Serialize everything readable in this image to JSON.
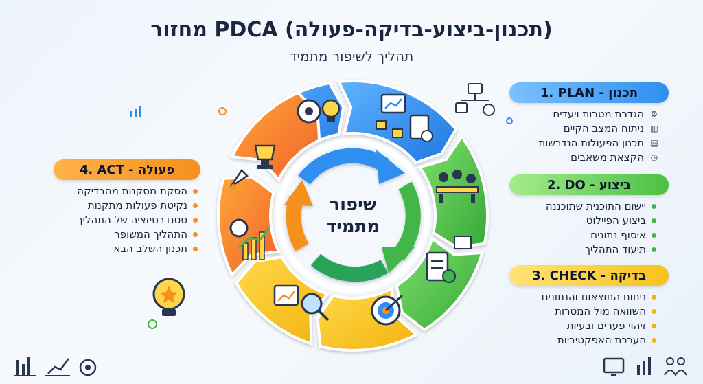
{
  "title": "מחזור PDCA (תכנון-ביצוע-בדיקה-פעולה)",
  "subtitle": "תהליך לשיפור מתמיד",
  "center_label_line1": "שיפור",
  "center_label_line2": "מתמיד",
  "panels": {
    "plan": {
      "title": "1. PLAN - תכנון",
      "color": "#2f8ff0",
      "items": [
        "הגדרת מטרות ויעדים",
        "ניתוח המצב הקיים",
        "תכנון הפעולות הנדרשות",
        "הקצאת משאבים"
      ],
      "item_icons": [
        "gear-icon",
        "chart-icon",
        "document-icon",
        "clock-icon"
      ]
    },
    "do": {
      "title": "2. DO - ביצוע",
      "color": "#5fcc4f",
      "items": [
        "יישום התוכנית שתוכננה",
        "ביצוע הפיילוט",
        "איסוף נתונים",
        "תיעוד התהליך"
      ]
    },
    "check": {
      "title": "3. CHECK - בדיקה",
      "color": "#f7c21b",
      "items": [
        "ניתוח התוצאות והנתונים",
        "השוואה מול המטרות",
        "זיהוי פערים ובעיות",
        "הערכת האפקטיביות"
      ]
    },
    "act": {
      "title": "4. ACT - פעולה",
      "color": "#f5901e",
      "items": [
        "הסקת מסקנות מהבדיקה",
        "נקיטת פעולות מתקנות",
        "סטנדרטיזציה של התהליך",
        "התהליך המשופר",
        "תכנון השלב הבא"
      ]
    }
  },
  "colors": {
    "plan": "#2f8ff0",
    "do": "#4cb845",
    "check": "#f7c21b",
    "act": "#f5901e",
    "act_deep": "#f0622a",
    "title": "#1a2540"
  }
}
